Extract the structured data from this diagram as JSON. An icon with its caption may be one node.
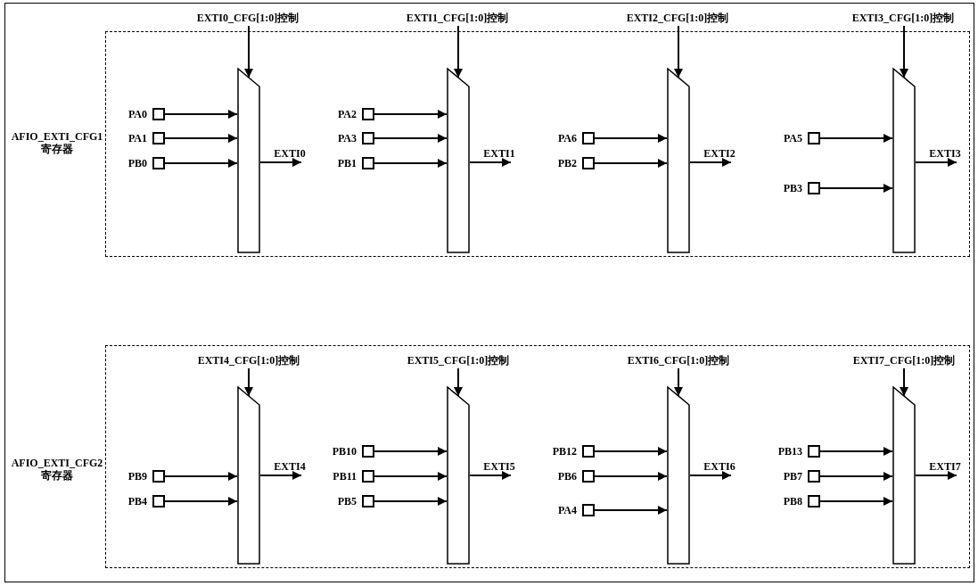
{
  "diagram": {
    "nodes": [
      {
        "text": [],
        "shape": "box"
      },
      {
        "text": [
          "EXTI0_CFG[1:0]控制"
        ]
      },
      {
        "text": [],
        "shape": "trapezoid",
        "in": 0
      },
      {
        "text": [
          "PA0"
        ],
        "in": 0
      },
      {
        "text": [
          "PA1"
        ],
        "in": 0
      },
      {
        "text": [
          "PB0"
        ],
        "in": 0
      },
      {
        "text": [
          "EXTI1_CFG[1:0]控制"
        ]
      },
      {
        "text": [],
        "shape": "trapezoid",
        "in": 0
      },
      {
        "text": [
          "PA2"
        ],
        "in": 0
      },
      {
        "text": [
          "PA3"
        ],
        "in": 0
      },
      {
        "text": [
          "PB1"
        ],
        "in": 0
      },
      {
        "text": [
          "EXTI2_CFG[1:0]控制"
        ]
      },
      {
        "text": [],
        "shape": "trapezoid",
        "in": 0
      },
      {
        "text": [
          "PA6"
        ],
        "in": 0
      },
      {
        "text": [
          "PB2"
        ],
        "in": 0
      },
      {
        "text": [
          "EXTI3_CFG[1:0]控制"
        ]
      },
      {
        "text": [],
        "shape": "trapezoid",
        "in": 0
      },
      {
        "text": [
          "PA5"
        ],
        "in": 0
      },
      {
        "text": [
          "PB3"
        ],
        "in": 0
      },
      {
        "text": [],
        "shape": "box"
      },
      {
        "text": [
          "EXTI4_CFG[1:0]控制"
        ],
        "in": 19
      },
      {
        "text": [],
        "shape": "trapezoid",
        "in": 19
      },
      {
        "text": [
          "PB9"
        ],
        "in": 19
      },
      {
        "text": [
          "PB4"
        ],
        "in": 19
      },
      {
        "text": [
          "EXTI5_CFG[1:0]控制"
        ],
        "in": 19
      },
      {
        "text": [],
        "shape": "trapezoid",
        "in": 19
      },
      {
        "text": [
          "PB10"
        ],
        "in": 19
      },
      {
        "text": [
          "PB11"
        ],
        "in": 19
      },
      {
        "text": [
          "PB5"
        ],
        "in": 19
      },
      {
        "text": [
          "EXTI6_CFG[1:0]控制"
        ],
        "in": 19
      },
      {
        "text": [],
        "shape": "trapezoid",
        "in": 19
      },
      {
        "text": [
          "PB12"
        ],
        "in": 19
      },
      {
        "text": [
          "PB6"
        ],
        "in": 19
      },
      {
        "text": [
          "PA4"
        ],
        "in": 19
      },
      {
        "text": [
          "EXTI7_CFG[1:0]控制"
        ],
        "in": 19
      },
      {
        "text": [],
        "shape": "trapezoid",
        "in": 19
      },
      {
        "text": [
          "PB13"
        ],
        "in": 19
      },
      {
        "text": [
          "PB7"
        ],
        "in": 19
      },
      {
        "text": [
          "PB8"
        ],
        "in": 19
      }
    ],
    "edges": [
      {
        "from": 1,
        "to": 2,
        "arrow": "to"
      },
      {
        "from": 3,
        "to": 2,
        "arrow": "to"
      },
      {
        "from": 4,
        "to": 2,
        "arrow": "to"
      },
      {
        "from": 5,
        "to": 2,
        "arrow": "to"
      },
      {
        "from": 2,
        "to": null,
        "arrow": "to",
        "label": "EXTI0"
      },
      {
        "from": 6,
        "to": 7,
        "arrow": "to"
      },
      {
        "from": 8,
        "to": 7,
        "arrow": "to"
      },
      {
        "from": 9,
        "to": 7,
        "arrow": "to"
      },
      {
        "from": 10,
        "to": 7,
        "arrow": "to"
      },
      {
        "from": 7,
        "to": null,
        "arrow": "to",
        "label": "EXTI1"
      },
      {
        "from": 11,
        "to": 12,
        "arrow": "to"
      },
      {
        "from": 13,
        "to": 12,
        "arrow": "to"
      },
      {
        "from": 14,
        "to": 12,
        "arrow": "to"
      },
      {
        "from": 12,
        "to": null,
        "arrow": "to",
        "label": "EXTI2"
      },
      {
        "from": 15,
        "to": 16,
        "arrow": "to"
      },
      {
        "from": 17,
        "to": 16,
        "arrow": "to"
      },
      {
        "from": 18,
        "to": 16,
        "arrow": "to"
      },
      {
        "from": 16,
        "to": null,
        "arrow": "to",
        "label": "EXTI3"
      },
      {
        "from": 20,
        "to": 21,
        "arrow": "to"
      },
      {
        "from": 22,
        "to": 21,
        "arrow": "to"
      },
      {
        "from": 23,
        "to": 21,
        "arrow": "to"
      },
      {
        "from": 21,
        "to": null,
        "arrow": "to",
        "label": "EXTI4"
      },
      {
        "from": 24,
        "to": 25,
        "arrow": "to"
      },
      {
        "from": 26,
        "to": 25,
        "arrow": "to"
      },
      {
        "from": 27,
        "to": 25,
        "arrow": "to"
      },
      {
        "from": 28,
        "to": 25,
        "arrow": "to"
      },
      {
        "from": 25,
        "to": null,
        "arrow": "to",
        "label": "EXTI5"
      },
      {
        "from": 29,
        "to": 30,
        "arrow": "to"
      },
      {
        "from": 31,
        "to": 30,
        "arrow": "to"
      },
      {
        "from": 32,
        "to": 30,
        "arrow": "to"
      },
      {
        "from": 33,
        "to": 30,
        "arrow": "to"
      },
      {
        "from": 30,
        "to": null,
        "arrow": "to",
        "label": "EXTI6"
      },
      {
        "from": 34,
        "to": 35,
        "arrow": "to"
      },
      {
        "from": 36,
        "to": 35,
        "arrow": "to"
      },
      {
        "from": 37,
        "to": 35,
        "arrow": "to"
      },
      {
        "from": 38,
        "to": 35,
        "arrow": "to"
      },
      {
        "from": 35,
        "to": null,
        "arrow": "to",
        "label": "EXTI7"
      }
    ],
    "labels": [
      "AFIO_EXTI_CFG1 寄存器",
      "AFIO_EXTI_CFG2 寄存器"
    ]
  }
}
